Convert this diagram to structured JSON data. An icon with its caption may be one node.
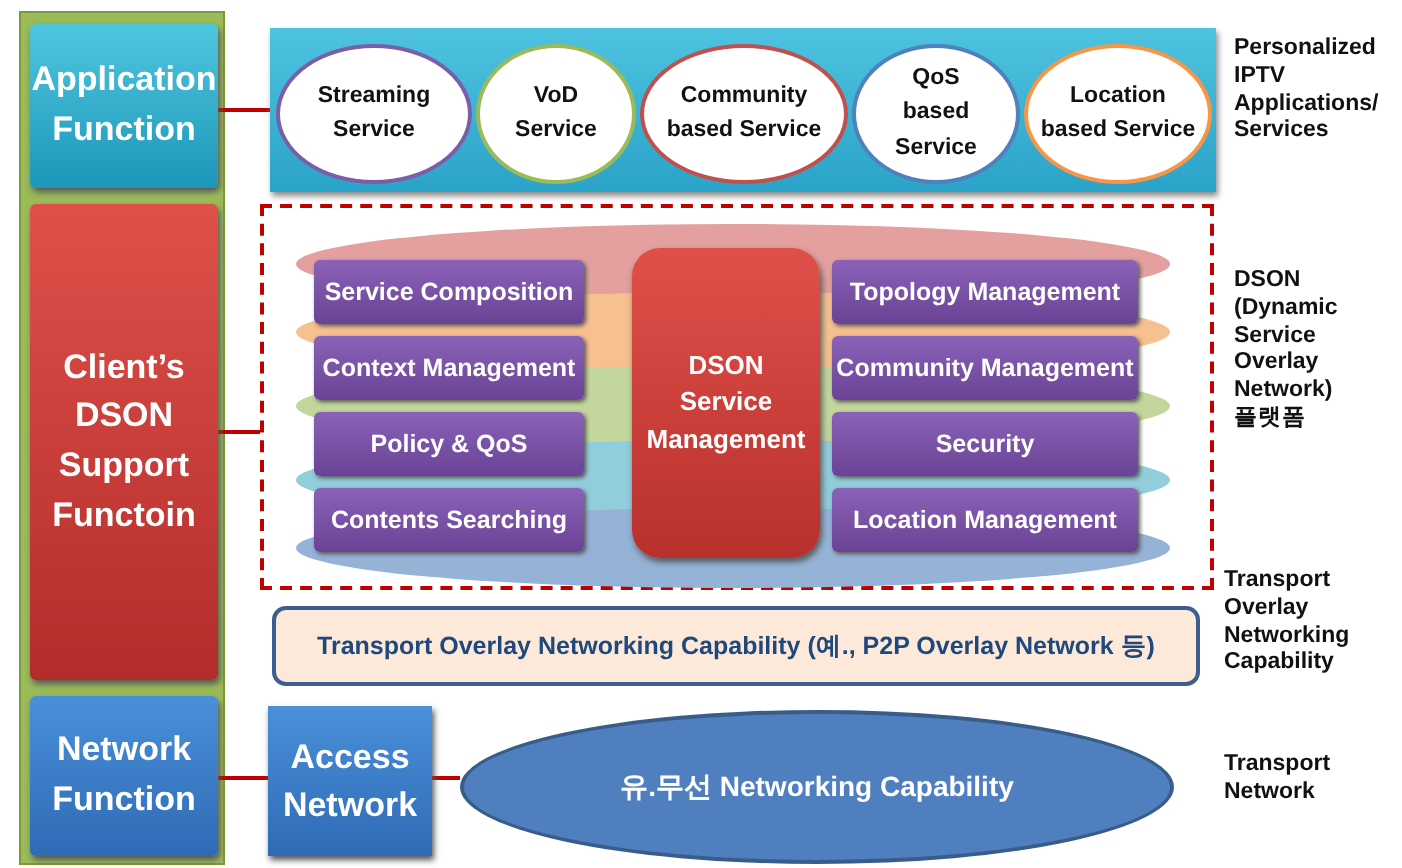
{
  "diagram": {
    "nodes": [
      {
        "text": [
          "Application Function"
        ]
      },
      {
        "text": [
          "Client’s DSON Support Functoin"
        ]
      },
      {
        "text": [
          "Network Function"
        ]
      },
      {
        "text": [],
        "shape": "box"
      },
      {
        "text": [
          "Streaming Service"
        ],
        "in": 3
      },
      {
        "text": [
          "VoD Service"
        ],
        "in": 3
      },
      {
        "text": [
          "Community based Service"
        ],
        "in": 3
      },
      {
        "text": [
          "QoS based Service"
        ],
        "in": 3
      },
      {
        "text": [
          "Location based Service"
        ],
        "in": 3
      },
      {
        "text": [],
        "shape": "box"
      },
      {
        "text": [
          "Service Composition"
        ],
        "in": 9
      },
      {
        "text": [
          "DSON Service Management"
        ],
        "in": 9
      },
      {
        "text": [
          "Topology Management"
        ],
        "in": 9
      },
      {
        "text": [
          "Context Management"
        ],
        "in": 9
      },
      {
        "text": [
          "Community Management"
        ],
        "in": 9
      },
      {
        "text": [
          "Policy & QoS"
        ],
        "in": 9
      },
      {
        "text": [
          "Security"
        ],
        "in": 9
      },
      {
        "text": [
          "Contents Searching"
        ],
        "in": 9
      },
      {
        "text": [
          "Location Management"
        ],
        "in": 9
      },
      {
        "text": [
          "Transport Overlay Networking Capability (예., P2P Overlay Network 등)"
        ]
      },
      {
        "text": [
          "Access Network"
        ]
      },
      {
        "text": [
          "유.무선 Networking Capability"
        ]
      }
    ],
    "edges": [
      {
        "from": 0,
        "to": 3,
        "arrow": "none"
      },
      {
        "from": 1,
        "to": 9,
        "arrow": "none"
      },
      {
        "from": 2,
        "to": 20,
        "arrow": "none"
      },
      {
        "from": 20,
        "to": 21,
        "arrow": "none"
      }
    ],
    "labels": [
      "Personalized IPTV Applications/ Services",
      "DSON (Dynamic Service Overlay Network) 플랫폼",
      "Transport Overlay Networking Capability",
      "Transport Network"
    ]
  }
}
